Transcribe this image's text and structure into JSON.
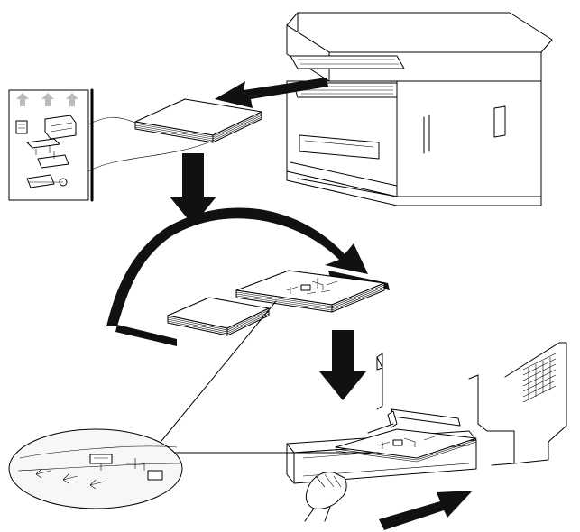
{
  "figure": {
    "kind": "printer-paper-loading-illustration",
    "text_labels": [],
    "steps": [
      {
        "id": "remove-ream",
        "icon": "paper-ream"
      },
      {
        "id": "flip-stack",
        "icon": "curved-flip-arrow"
      },
      {
        "id": "insert-paper",
        "icon": "paper-tray"
      },
      {
        "id": "close-tray",
        "icon": "push-arrow"
      }
    ],
    "colors": {
      "line": "#000000",
      "arrow": "#111111",
      "callout_fill": "#f7f7f7",
      "background": "#ffffff",
      "hint_arrows": "#bbbbbb"
    }
  }
}
